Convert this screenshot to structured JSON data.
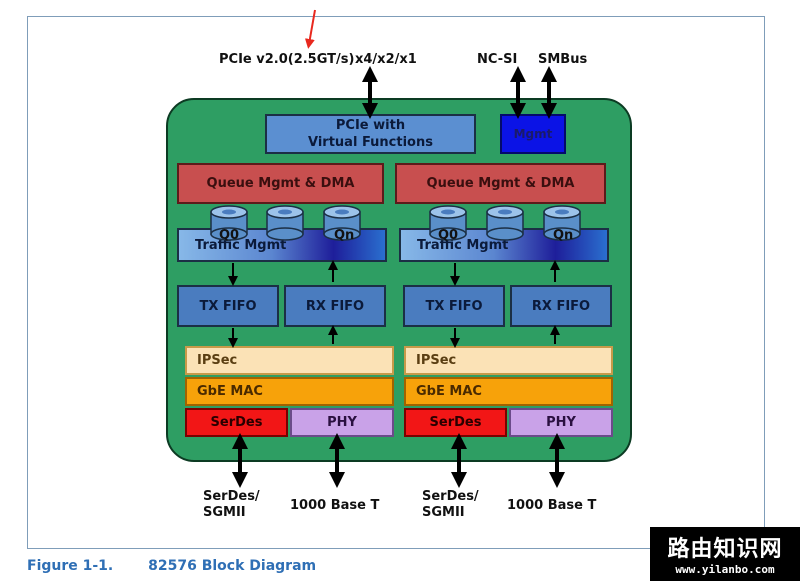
{
  "bus_labels": {
    "pcie": "PCIe v2.0(2.5GT/s)",
    "pcie_width": "x4/x2/x1",
    "ncsi": "NC-SI",
    "smbus": "SMBus"
  },
  "top_blocks": {
    "pcie_line1": "PCIe with",
    "pcie_line2": "Virtual Functions",
    "mgmt": "Mgmt"
  },
  "ports": [
    {
      "queue": "Queue Mgmt & DMA",
      "q0": "Q0",
      "qn": "Qn",
      "traffic": "Traffic Mgmt",
      "tx_fifo": "TX FIFO",
      "rx_fifo": "RX FIFO",
      "ipsec": "IPSec",
      "mac": "GbE MAC",
      "serdes": "SerDes",
      "phy": "PHY",
      "serdes_out_1": "SerDes/",
      "serdes_out_2": "SGMII",
      "base_t": "1000 Base T"
    },
    {
      "queue": "Queue Mgmt & DMA",
      "q0": "Q0",
      "qn": "Qn",
      "traffic": "Traffic Mgmt",
      "tx_fifo": "TX FIFO",
      "rx_fifo": "RX FIFO",
      "ipsec": "IPSec",
      "mac": "GbE MAC",
      "serdes": "SerDes",
      "phy": "PHY",
      "serdes_out_1": "SerDes/",
      "serdes_out_2": "SGMII",
      "base_t": "1000 Base T"
    }
  ],
  "caption": {
    "figure": "Figure 1-1.",
    "title": "82576 Block Diagram"
  },
  "watermark": {
    "title": "路由知识网",
    "url": "www.yilanbo.com"
  },
  "colors": {
    "chip_green": "#2e9e63",
    "pcie_blue": "#5b8fd1",
    "mgmt_blue": "#0b13e6",
    "queue_red": "#c84f4f",
    "fifo_blue": "#4a7cbf",
    "ipsec_cream": "#fbe2b6",
    "mac_orange": "#f7a20a",
    "serdes_red": "#f21616",
    "phy_lilac": "#c9a2e8",
    "caption_blue": "#2f6fb5",
    "red_marker": "#e8281e"
  }
}
